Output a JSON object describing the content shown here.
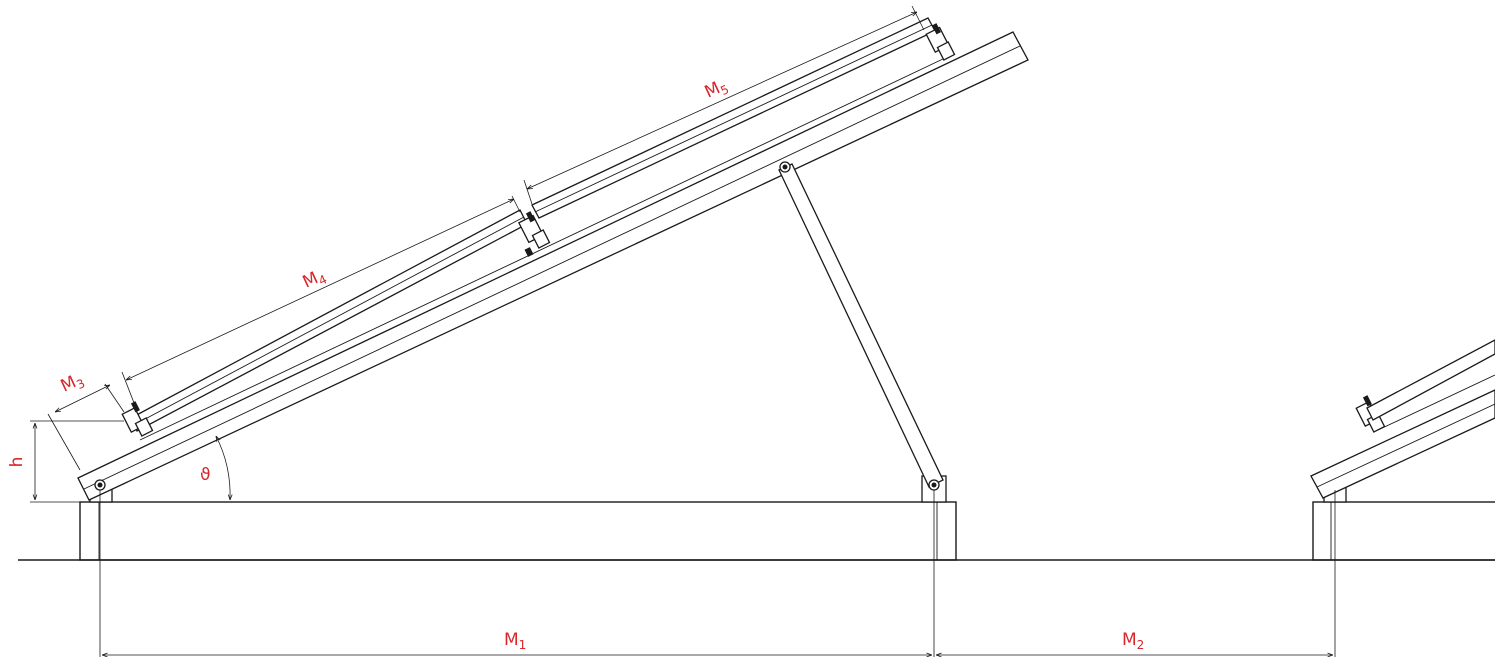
{
  "labels": {
    "m1": "M",
    "m1_sub": "1",
    "m2": "M",
    "m2_sub": "2",
    "m3": "M",
    "m3_sub": "3",
    "m4": "M",
    "m4_sub": "4",
    "m5": "M",
    "m5_sub": "5",
    "h": "h",
    "alpha": "ϑ"
  },
  "colors": {
    "label": "#d9262b",
    "line": "#1a1a1a"
  }
}
